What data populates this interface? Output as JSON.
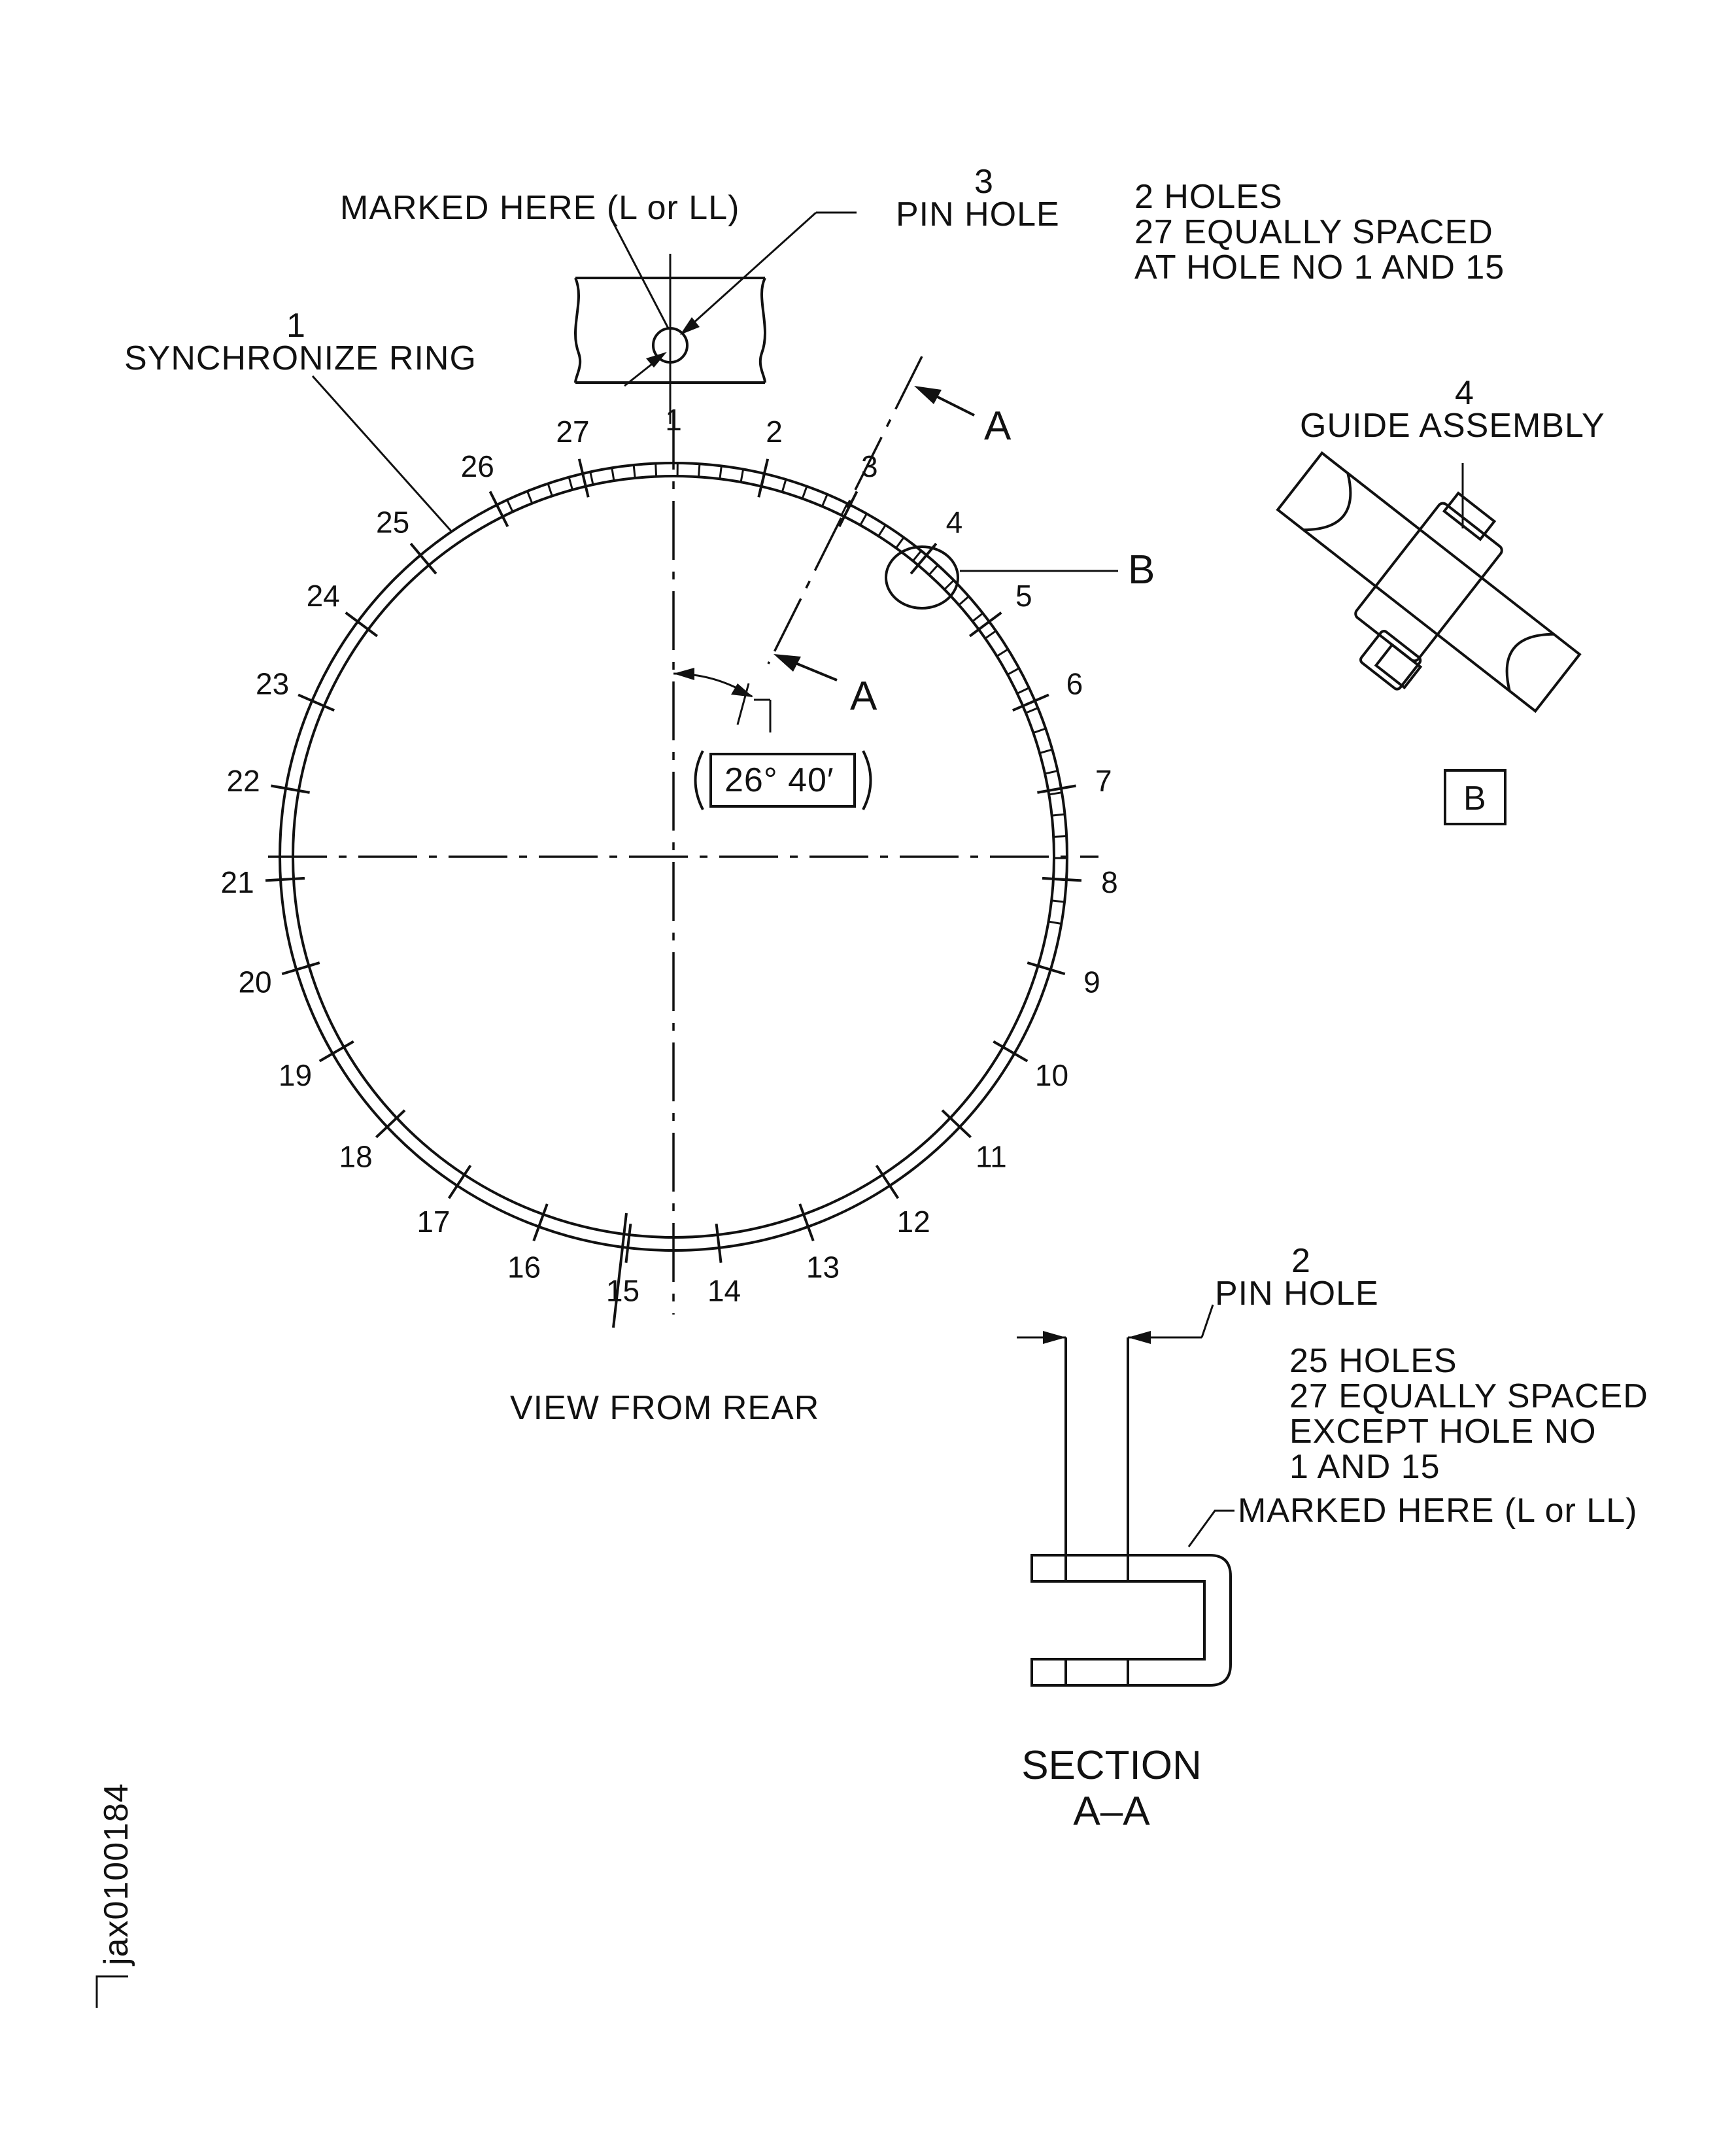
{
  "callouts": {
    "marked_here_top": "MARKED HERE (L or LL)",
    "pin_hole_3_index": "3",
    "pin_hole_3_label": "PIN HOLE",
    "holes_note_top": [
      "2 HOLES",
      "27 EQUALLY SPACED",
      "AT HOLE NO 1 AND 15"
    ],
    "sync_ring_index": "1",
    "sync_ring_label": "SYNCHRONIZE RING",
    "guide_index": "4",
    "guide_label": "GUIDE ASSEMBLY",
    "section_letter_top": "A",
    "section_letter_bottom": "A",
    "detail_b_letter": "B",
    "detail_b_box": "B",
    "angle": "26° 40′",
    "view_label": "VIEW FROM REAR",
    "pin_hole_2_index": "2",
    "pin_hole_2_label": "PIN HOLE",
    "holes_note_bottom": [
      "25 HOLES",
      "27 EQUALLY SPACED",
      "EXCEPT HOLE NO",
      "1 AND 15"
    ],
    "marked_here_bottom": "MARKED HERE (L or LL)",
    "section_title": [
      "SECTION",
      "A–A"
    ],
    "figure_id": "jax0100184"
  },
  "hole_numbers": [
    "1",
    "2",
    "3",
    "4",
    "5",
    "6",
    "7",
    "8",
    "9",
    "10",
    "11",
    "12",
    "13",
    "14",
    "15",
    "16",
    "17",
    "18",
    "19",
    "20",
    "21",
    "22",
    "23",
    "24",
    "25",
    "26",
    "27"
  ]
}
